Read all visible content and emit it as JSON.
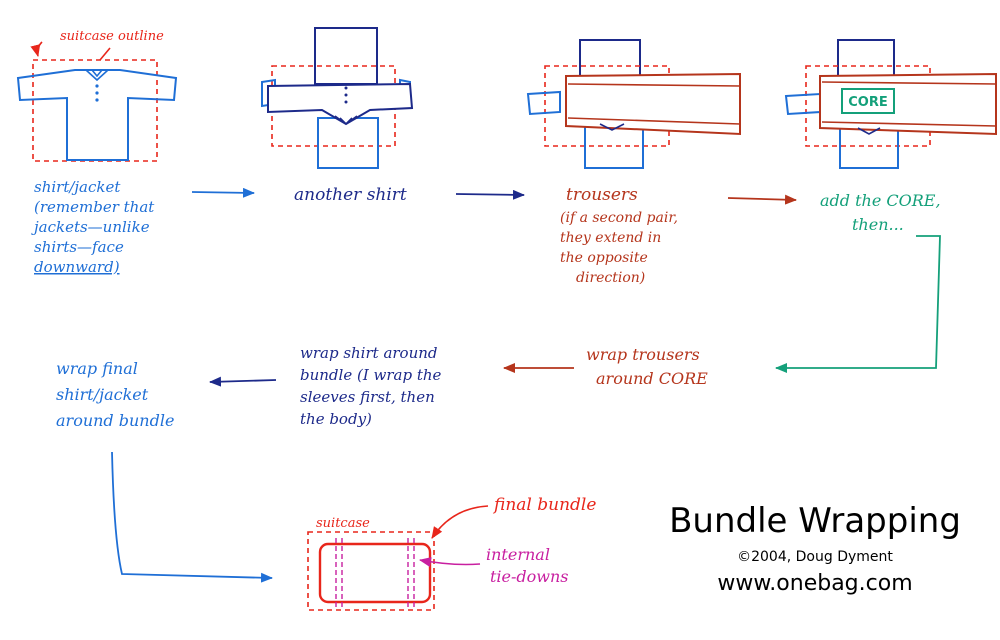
{
  "title": "Bundle Wrapping",
  "copyright": "©2004, Doug Dyment",
  "website": "www.onebag.com",
  "label_suitcase_outline": "suitcase outline",
  "steps": {
    "shirt_jacket": [
      "shirt/jacket",
      "(remember that",
      "jackets—unlike",
      "shirts—face",
      "downward)"
    ],
    "another_shirt": [
      "another shirt"
    ],
    "trousers": [
      "trousers",
      "(if a second pair,",
      "they extend in",
      "the opposite",
      "direction)"
    ],
    "add_core": [
      "add the CORE,",
      "then..."
    ],
    "wrap_trousers": [
      "wrap trousers",
      "around CORE"
    ],
    "wrap_shirt": [
      "wrap shirt around",
      "bundle (I wrap the",
      "sleeves first, then",
      "the body)"
    ],
    "wrap_final": [
      "wrap final",
      "shirt/jacket",
      "around bundle"
    ]
  },
  "core_box_label": "CORE",
  "suitcase_label": "suitcase",
  "final_bundle_label": "final bundle",
  "tie_downs_label": [
    "internal",
    "tie-downs"
  ],
  "colors": {
    "blue": "#1f6fd6",
    "navy": "#1d2a8a",
    "rust": "#b5351c",
    "green": "#14a07a",
    "red": "#e8261b",
    "magenta": "#c81fa0"
  }
}
